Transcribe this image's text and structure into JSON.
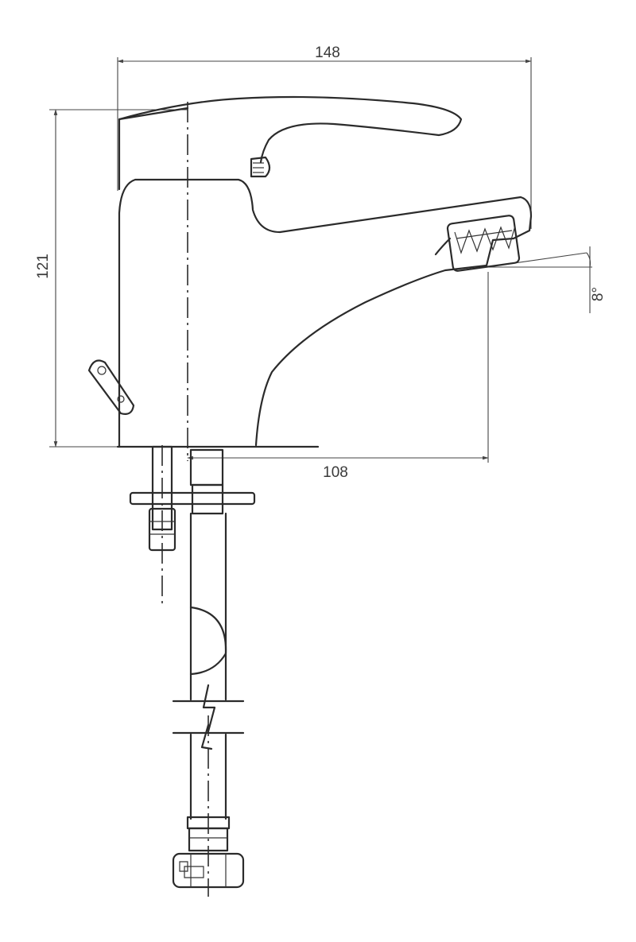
{
  "dimensions": {
    "width": "148",
    "height": "121",
    "reach": "108",
    "angle": "8°"
  },
  "colors": {
    "line": "#2b2b2b",
    "background": "#ffffff"
  }
}
